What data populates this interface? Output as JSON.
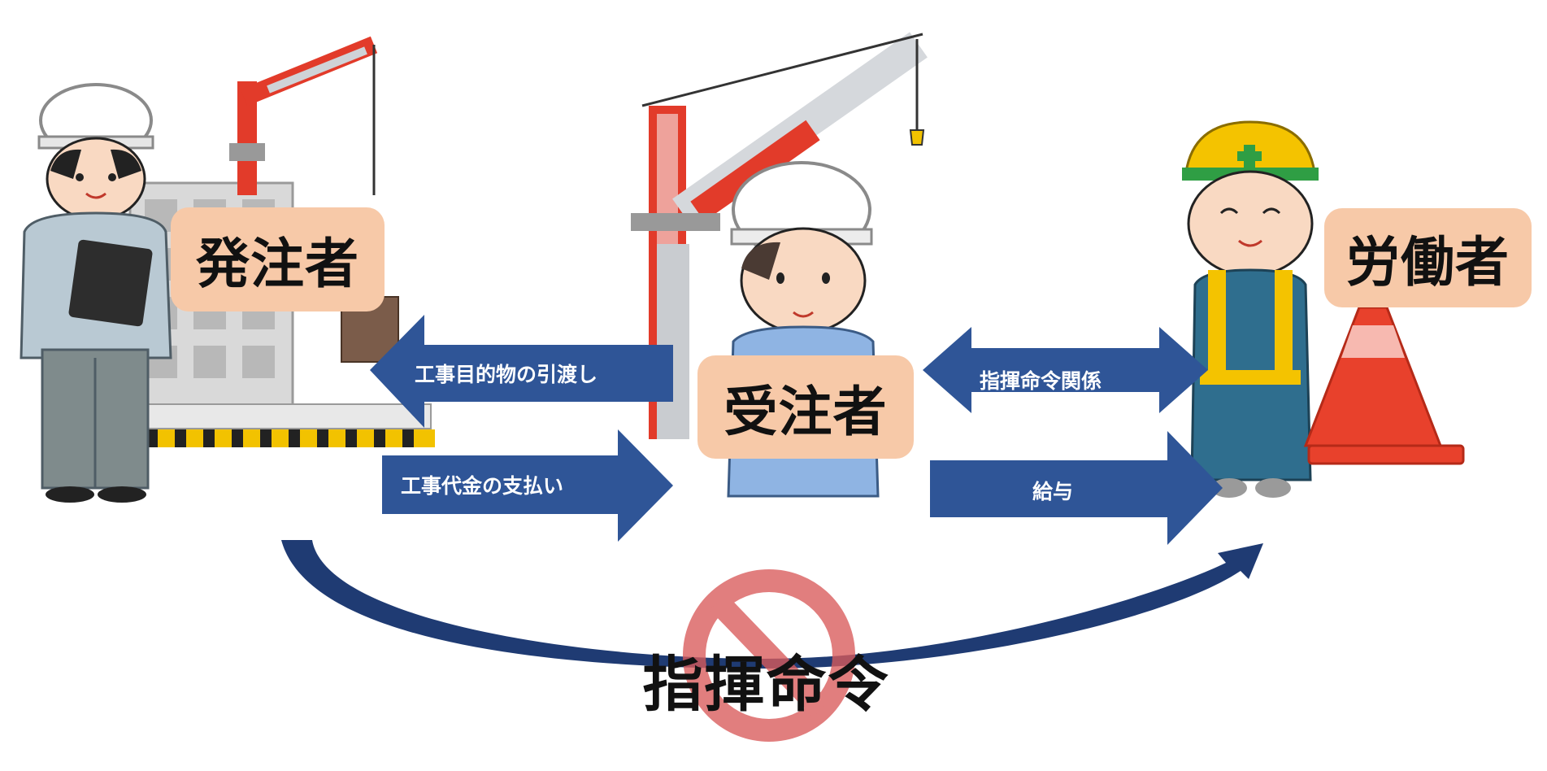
{
  "colors": {
    "arrow": "#2f5597",
    "role_box": "#f7c9a8",
    "prohibit": "#c0392b"
  },
  "roles": {
    "orderer": "発注者",
    "contractor": "受注者",
    "worker": "労働者"
  },
  "arrows": {
    "handover": "工事目的物の引渡し",
    "payment": "工事代金の支払い",
    "command_relation": "指揮命令関係",
    "salary": "給与"
  },
  "prohibited": {
    "label": "指揮命令",
    "icon": "prohibited-icon"
  },
  "illustrations": {
    "left": "supervisor-with-clipboard-icon",
    "center": "contractor-with-tablet-icon",
    "right": "worker-with-safety-vest-icon",
    "cranes": "tower-crane-icon",
    "building": "building-under-construction-icon",
    "cone": "traffic-cone-icon"
  }
}
